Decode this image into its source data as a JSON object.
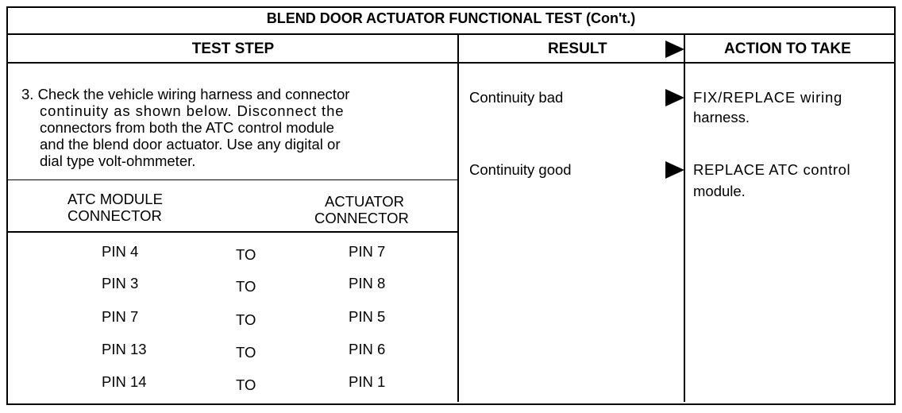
{
  "title": "BLEND DOOR ACTUATOR FUNCTIONAL TEST (Con't.)",
  "headers": {
    "test_step": "TEST STEP",
    "result": "RESULT",
    "action": "ACTION TO TAKE"
  },
  "step": {
    "lines": [
      "3.  Check the vehicle wiring harness and connector",
      "continuity as shown below.  Disconnect the",
      "connectors from both the ATC control module",
      "and the blend door actuator.  Use any digital or",
      "dial type volt-ohmmeter."
    ]
  },
  "pin_table": {
    "col_left": [
      "ATC MODULE",
      "CONNECTOR"
    ],
    "col_right": [
      "ACTUATOR",
      "CONNECTOR"
    ],
    "rows": [
      {
        "from": "PIN 4",
        "to_word": "TO",
        "to": "PIN 7"
      },
      {
        "from": "PIN 3",
        "to_word": "TO",
        "to": "PIN 8"
      },
      {
        "from": "PIN 7",
        "to_word": "TO",
        "to": "PIN 5"
      },
      {
        "from": "PIN 13",
        "to_word": "TO",
        "to": "PIN 6"
      },
      {
        "from": "PIN 14",
        "to_word": "TO",
        "to": "PIN 1"
      }
    ]
  },
  "results": [
    {
      "result": "Continuity bad",
      "action_lines": [
        "FIX/REPLACE wiring",
        "harness."
      ]
    },
    {
      "result": "Continuity good",
      "action_lines": [
        "REPLACE ATC control",
        "module."
      ]
    }
  ]
}
